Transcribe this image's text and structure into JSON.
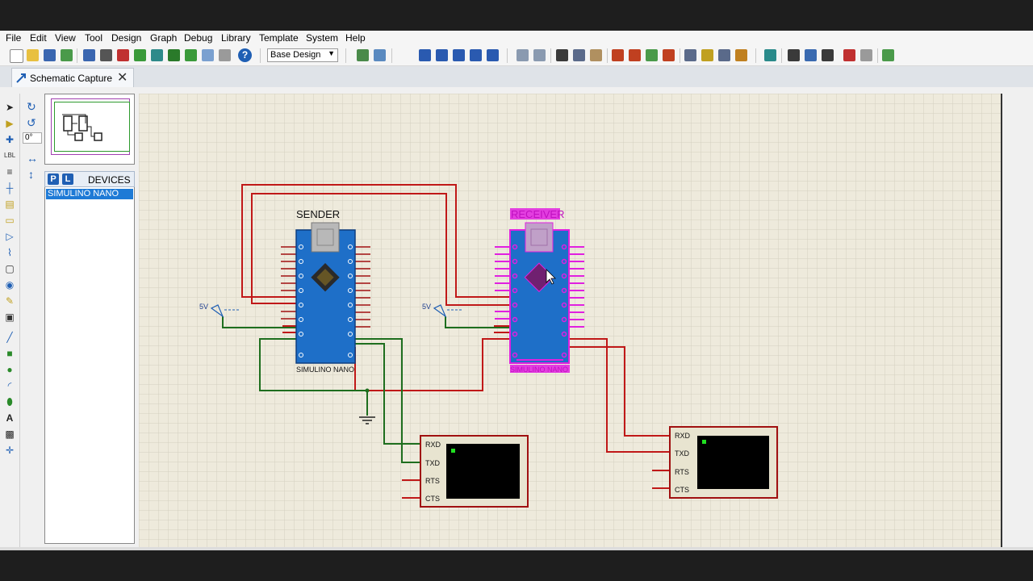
{
  "menu": [
    "File",
    "Edit",
    "View",
    "Tool",
    "Design",
    "Graph",
    "Debug",
    "Library",
    "Template",
    "System",
    "Help"
  ],
  "toolbar": {
    "design_select": "Base Design",
    "help_label": "?",
    "icons": [
      "new-icon",
      "open-icon",
      "save-icon",
      "import-icon",
      "home-icon",
      "component-icon",
      "chip-icon",
      "back-icon",
      "refresh-icon",
      "grid-icon",
      "sheet-icon",
      "notes-icon",
      "report-icon"
    ]
  },
  "tab": {
    "label": "Schematic Capture",
    "close": "✕"
  },
  "rotation": {
    "angle": "0°"
  },
  "devices": {
    "p": "P",
    "l": "L",
    "title": "DEVICES",
    "items": [
      "SIMULINO NANO"
    ]
  },
  "schematic": {
    "sender_label": "SENDER",
    "receiver_label": "RECEIVER",
    "board_name": "SIMULINO NANO",
    "power_label": "5V",
    "terminal_pins": [
      "RXD",
      "TXD",
      "RTS",
      "CTS"
    ]
  },
  "colors": {
    "wire_red": "#c01818",
    "wire_green": "#1e6e1e",
    "board_blue": "#1e6fc8",
    "selection_magenta": "#e020e0",
    "canvas_bg": "#eeeadc",
    "grid_line": "#d8d4c4"
  }
}
